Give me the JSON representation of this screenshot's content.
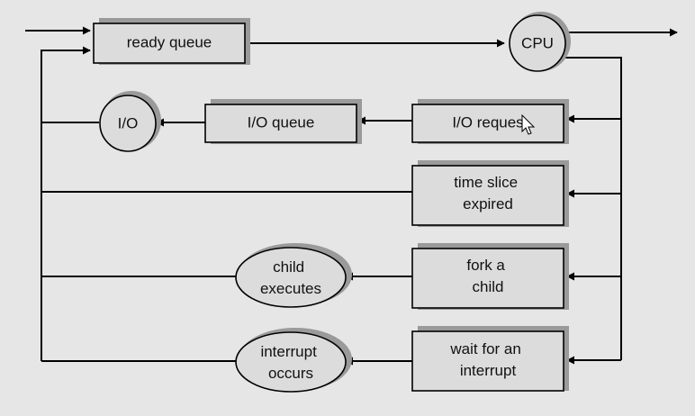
{
  "diagram": {
    "nodes": {
      "ready_queue": {
        "label": [
          "ready queue"
        ]
      },
      "cpu": {
        "label": [
          "CPU"
        ]
      },
      "io": {
        "label": [
          "I/O"
        ]
      },
      "io_queue": {
        "label": [
          "I/O queue"
        ]
      },
      "io_request": {
        "label": [
          "I/O reques"
        ]
      },
      "time_slice": {
        "label": [
          "time slice",
          "expired"
        ]
      },
      "fork_child": {
        "label": [
          "fork a",
          "child"
        ]
      },
      "child_executes": {
        "label": [
          "child",
          "executes"
        ]
      },
      "wait_interrupt": {
        "label": [
          "wait for an",
          "interrupt"
        ]
      },
      "interrupt_occurs": {
        "label": [
          "interrupt",
          "occurs"
        ]
      }
    },
    "edges": [
      {
        "from": "external",
        "to": "ready_queue"
      },
      {
        "from": "ready_queue",
        "to": "cpu"
      },
      {
        "from": "cpu",
        "to": "exit"
      },
      {
        "from": "cpu",
        "to": "io_request"
      },
      {
        "from": "cpu",
        "to": "time_slice"
      },
      {
        "from": "cpu",
        "to": "fork_child"
      },
      {
        "from": "cpu",
        "to": "wait_interrupt"
      },
      {
        "from": "io_request",
        "to": "io_queue"
      },
      {
        "from": "io_queue",
        "to": "io"
      },
      {
        "from": "fork_child",
        "to": "child_executes"
      },
      {
        "from": "wait_interrupt",
        "to": "interrupt_occurs"
      },
      {
        "from": "io",
        "to": "ready_queue"
      },
      {
        "from": "time_slice",
        "to": "ready_queue"
      },
      {
        "from": "child_executes",
        "to": "ready_queue"
      },
      {
        "from": "interrupt_occurs",
        "to": "ready_queue"
      }
    ]
  }
}
